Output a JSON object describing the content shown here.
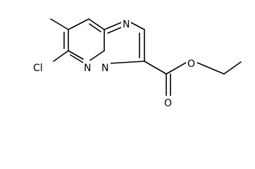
{
  "molecule": {
    "atoms": {
      "cl": "Cl",
      "n_pyridazine": "N",
      "n_bridge": "N",
      "n_imidazole": "N",
      "o_carbonyl": "O",
      "o_ester": "O"
    }
  },
  "colors": {
    "bond": "#000000",
    "label": "#000000",
    "background": "#ffffff"
  }
}
